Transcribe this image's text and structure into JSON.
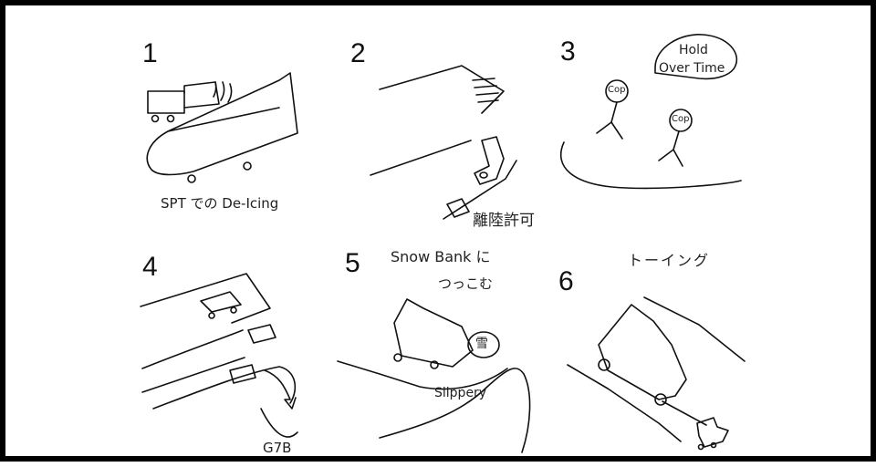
{
  "panels": [
    {
      "number": "1",
      "caption": "SPT での De-Icing"
    },
    {
      "number": "2",
      "caption": "離陸許可"
    },
    {
      "number": "3",
      "bubble_line1": "Hold",
      "bubble_line2": "Over Time",
      "figure_label_a": "Cop",
      "figure_label_b": "Cop"
    },
    {
      "number": "4",
      "caption": "G7B"
    },
    {
      "number": "5",
      "caption_line1": "Snow Bank に",
      "caption_line2": "つっこむ",
      "caption_bottom": "Slippery",
      "mound_label": "雪"
    },
    {
      "number": "6",
      "caption": "トーイング"
    }
  ]
}
